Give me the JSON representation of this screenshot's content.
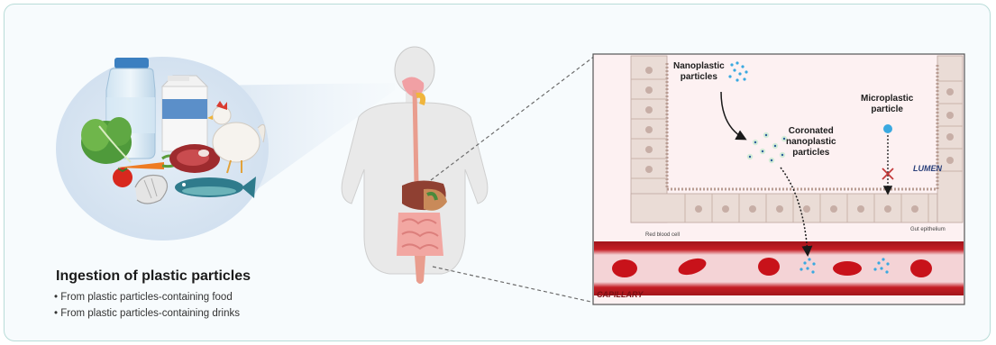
{
  "panel": {
    "heading": "Ingestion of plastic particles",
    "bullets": [
      "From plastic particles-containing food",
      "From plastic particles-containing drinks"
    ]
  },
  "zoom": {
    "nanoplastic_label": "Nanoplastic\nparticles",
    "microplastic_label": "Microplastic\nparticle",
    "coronated_label": "Coronated\nnanoplastic\nparticles",
    "lumen_label": "LUMEN",
    "gut_epithelium_label": "Gut epithelium",
    "red_blood_cell_label": "Red blood cell",
    "capillary_label": "CAPILLARY"
  },
  "colors": {
    "frame_border": "#b9dcd8",
    "blood_vessel": "#b3191f",
    "red_blood_cell": "#c8121a",
    "nanoplastic": "#3aa9e0",
    "epithelium": "#e6d6d0",
    "lumen_bg": "#fbecef",
    "accent_blue": "#2a3f7a"
  },
  "icons": [
    "water-bottle-icon",
    "milk-carton-icon",
    "lettuce-icon",
    "carrot-icon",
    "tomato-icon",
    "shrimp-icon",
    "fish-icon",
    "meat-icon",
    "chicken-icon",
    "human-body-icon",
    "digestive-system-icon"
  ]
}
